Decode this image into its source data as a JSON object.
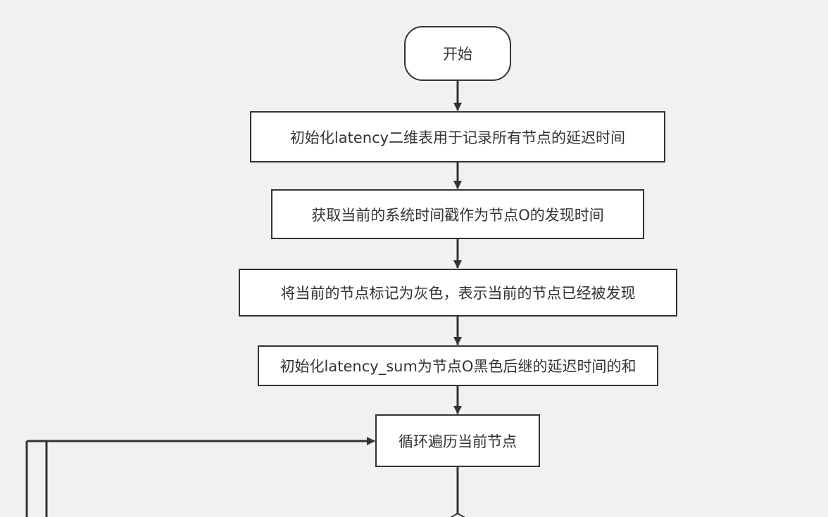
{
  "flowchart": {
    "nodes": [
      {
        "id": "start",
        "shape": "terminal",
        "label": "开始"
      },
      {
        "id": "init-latency",
        "shape": "process",
        "label": "初始化latency二维表用于记录所有节点的延迟时间"
      },
      {
        "id": "get-timestamp",
        "shape": "process",
        "label": "获取当前的系统时间戳作为节点O的发现时间"
      },
      {
        "id": "mark-gray",
        "shape": "process",
        "label": "将当前的节点标记为灰色，表示当前的节点已经被发现"
      },
      {
        "id": "init-latency-sum",
        "shape": "process",
        "label": "初始化latency_sum为节点O黑色后继的延迟时间的和"
      },
      {
        "id": "loop-traverse",
        "shape": "process",
        "label": "循环遍历当前节点"
      }
    ],
    "edges": [
      {
        "from": "start",
        "to": "init-latency"
      },
      {
        "from": "init-latency",
        "to": "get-timestamp"
      },
      {
        "from": "get-timestamp",
        "to": "mark-gray"
      },
      {
        "from": "mark-gray",
        "to": "init-latency-sum"
      },
      {
        "from": "init-latency-sum",
        "to": "loop-traverse"
      },
      {
        "from": "loop-traverse",
        "to": "decision"
      },
      {
        "from": "loop-return",
        "to": "loop-traverse"
      }
    ]
  },
  "colors": {
    "background": "#f1f1f1",
    "node_fill": "#ffffff",
    "stroke": "#333333",
    "text": "#333333"
  }
}
